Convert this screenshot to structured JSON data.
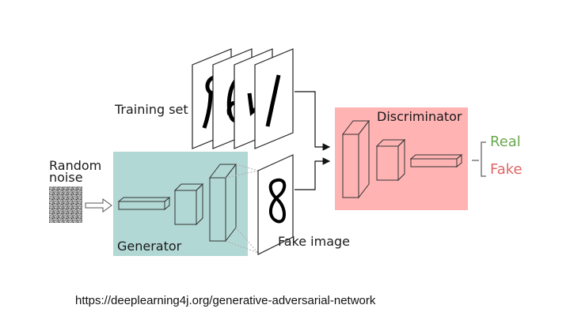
{
  "diagram": {
    "training_set_label": "Training set",
    "random_noise_label": "Random\nnoise",
    "generator_label": "Generator",
    "fake_image_label": "Fake image",
    "discriminator_label": "Discriminator",
    "output_real_label": "Real",
    "output_fake_label": "Fake",
    "colors": {
      "generator_bg": "#b2d8d5",
      "discriminator_bg": "#ffb3b3",
      "real_text": "#6aa84f",
      "fake_text": "#e06666",
      "bracket": "#7a7a7a"
    }
  },
  "source_url": "https://deeplearning4j.org/generative-adversarial-network"
}
